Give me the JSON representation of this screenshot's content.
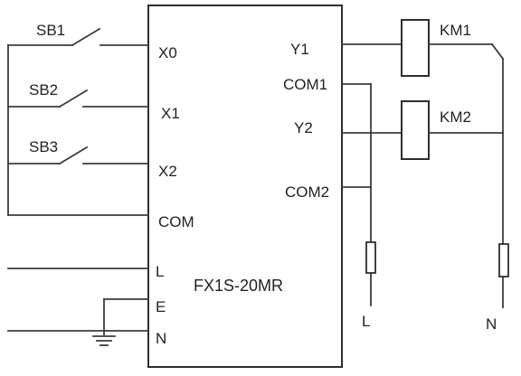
{
  "plc": {
    "model": "FX1S-20MR",
    "inputs": [
      "X0",
      "X1",
      "X2",
      "COM"
    ],
    "power_terminals": [
      "L",
      "E",
      "N"
    ],
    "outputs": [
      "Y1",
      "COM1",
      "Y2",
      "COM2"
    ]
  },
  "switches": [
    "SB1",
    "SB2",
    "SB3"
  ],
  "coils": [
    "KM1",
    "KM2"
  ],
  "supply": {
    "left_label": "L",
    "right_label": "N"
  }
}
